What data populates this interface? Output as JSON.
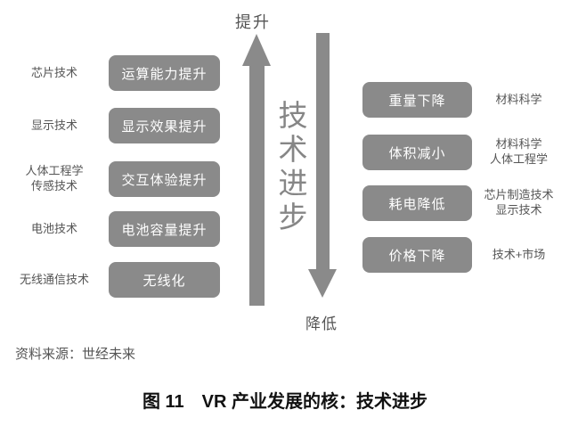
{
  "caption": "图 11　VR 产业发展的核：技术进步",
  "source": "资料来源：世经未来",
  "colors": {
    "box_fill": "#8a8a8a",
    "box_text": "#ffffff",
    "arrow": "#8a8a8a",
    "side_label_text": "#555555",
    "axis_title_text": "#868686",
    "caption_text": "#111111",
    "background": "#ffffff"
  },
  "center": {
    "up_label": "提升",
    "down_label": "降低",
    "axis_title": "技术进步"
  },
  "left_column": {
    "rows": [
      {
        "label": "芯片技术",
        "box": "运算能力提升"
      },
      {
        "label": "显示技术",
        "box": "显示效果提升"
      },
      {
        "label": "人体工程学\n传感技术",
        "box": "交互体验提升"
      },
      {
        "label": "电池技术",
        "box": "电池容量提升"
      },
      {
        "label": "无线通信技术",
        "box": "无线化"
      }
    ]
  },
  "right_column": {
    "rows": [
      {
        "box": "重量下降",
        "label": "材料科学"
      },
      {
        "box": "体积减小",
        "label": "材料科学\n人体工程学"
      },
      {
        "box": "耗电降低",
        "label": "芯片制造技术\n显示技术"
      },
      {
        "box": "价格下降",
        "label": "技术+市场"
      }
    ]
  }
}
